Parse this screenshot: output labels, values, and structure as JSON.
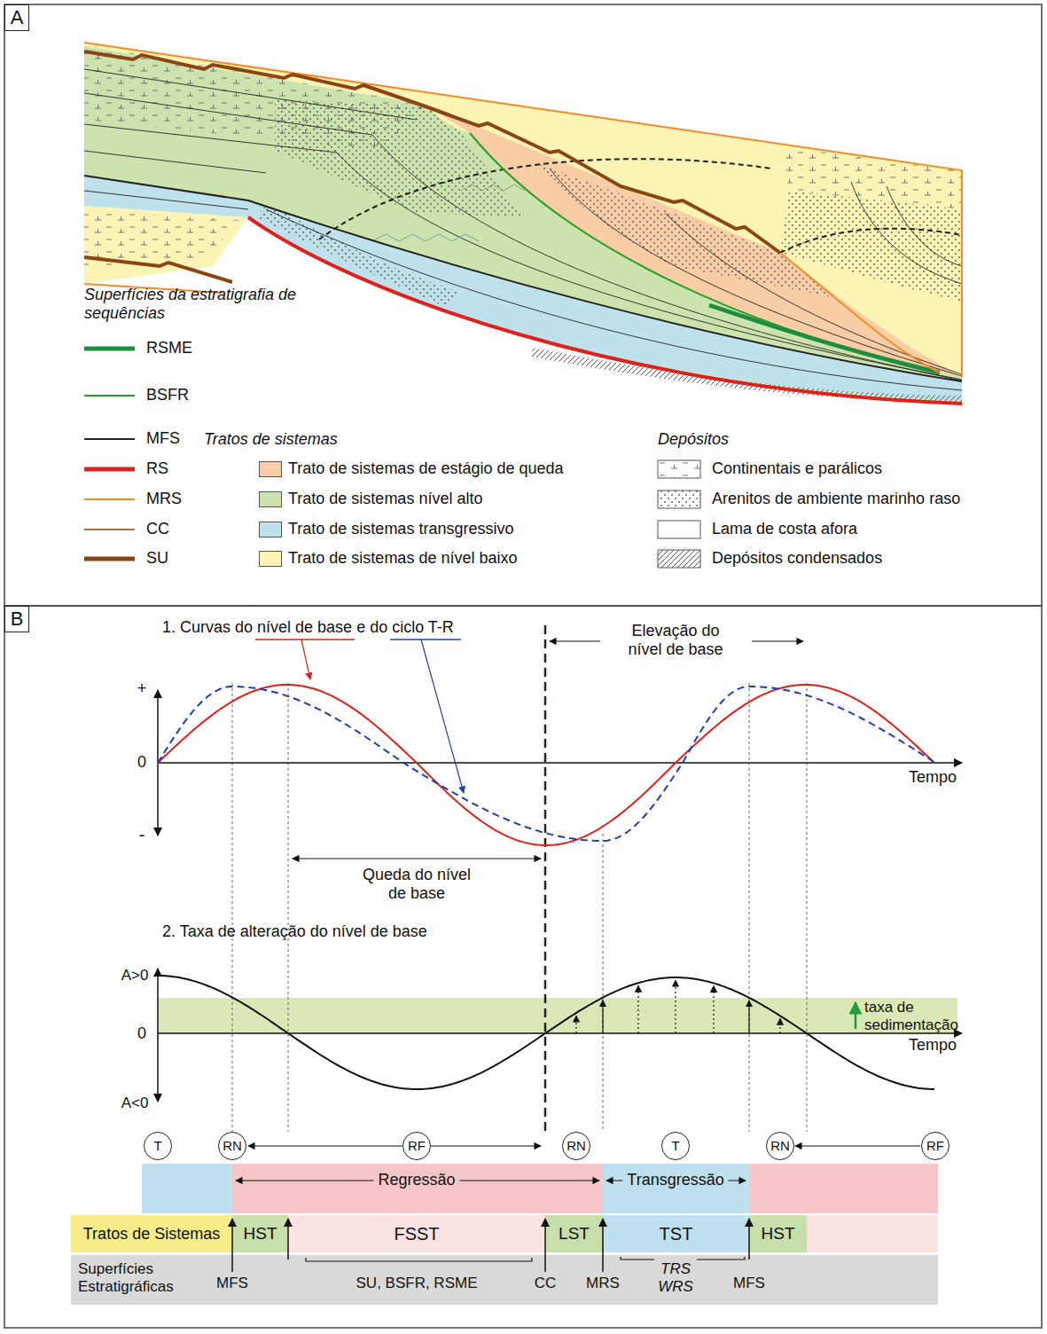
{
  "diagram": {
    "nodes": [
      {
        "text": [
          "A"
        ]
      },
      {
        "text": [
          "B"
        ]
      },
      {
        "text": [
          "T"
        ]
      },
      {
        "text": [
          "RN"
        ]
      },
      {
        "text": [
          "RF"
        ]
      },
      {
        "text": [
          "RN"
        ]
      },
      {
        "text": [
          "T"
        ]
      },
      {
        "text": [
          "RN"
        ]
      },
      {
        "text": [
          "RF"
        ]
      },
      {
        "text": [
          "Tratos de Sistemas"
        ]
      },
      {
        "text": [
          "HST"
        ]
      },
      {
        "text": [
          "FSST"
        ]
      },
      {
        "text": [
          "LST"
        ]
      },
      {
        "text": [
          "TST"
        ]
      },
      {
        "text": [
          "HST"
        ]
      },
      {
        "text": [
          "Superfícies Estratigráficas",
          "MFS",
          "SU, BSFR, RSME",
          "CC",
          "MRS",
          "TRS WRS",
          "MFS"
        ]
      }
    ],
    "labels": [
      "Superfícies da estratigrafia de sequências",
      "Tratos de sistemas",
      "Depósitos",
      "1. Curvas do nível de base e do ciclo T-R",
      "+",
      "0",
      "-",
      "Tempo",
      "Elevação do nível de base",
      "Queda do nível de base",
      "2. Taxa de alteração do nível de base",
      "A>0",
      "0",
      "A<0",
      "Tempo",
      "taxa de sedimentação",
      "Regressão",
      "Transgressão"
    ],
    "legend": [
      {
        "text": "RSME"
      },
      {
        "text": "BSFR"
      },
      {
        "text": "MFS"
      },
      {
        "text": "RS"
      },
      {
        "text": "MRS"
      },
      {
        "text": "CC"
      },
      {
        "text": "SU"
      },
      {
        "text": "Trato de sistemas de estágio de queda",
        "color": "#f9cda5"
      },
      {
        "text": "Trato de sistemas nível alto",
        "color": "#cde3ae"
      },
      {
        "text": "Trato de sistemas transgressivo",
        "color": "#bfe1ec"
      },
      {
        "text": "Trato de sistemas de nível baixo",
        "color": "#fbf4b5"
      },
      {
        "text": "Continentais e parálicos"
      },
      {
        "text": "Arenitos de ambiente marinho raso"
      },
      {
        "text": "Lama de costa afora"
      },
      {
        "text": "Depósitos condensados"
      }
    ]
  }
}
